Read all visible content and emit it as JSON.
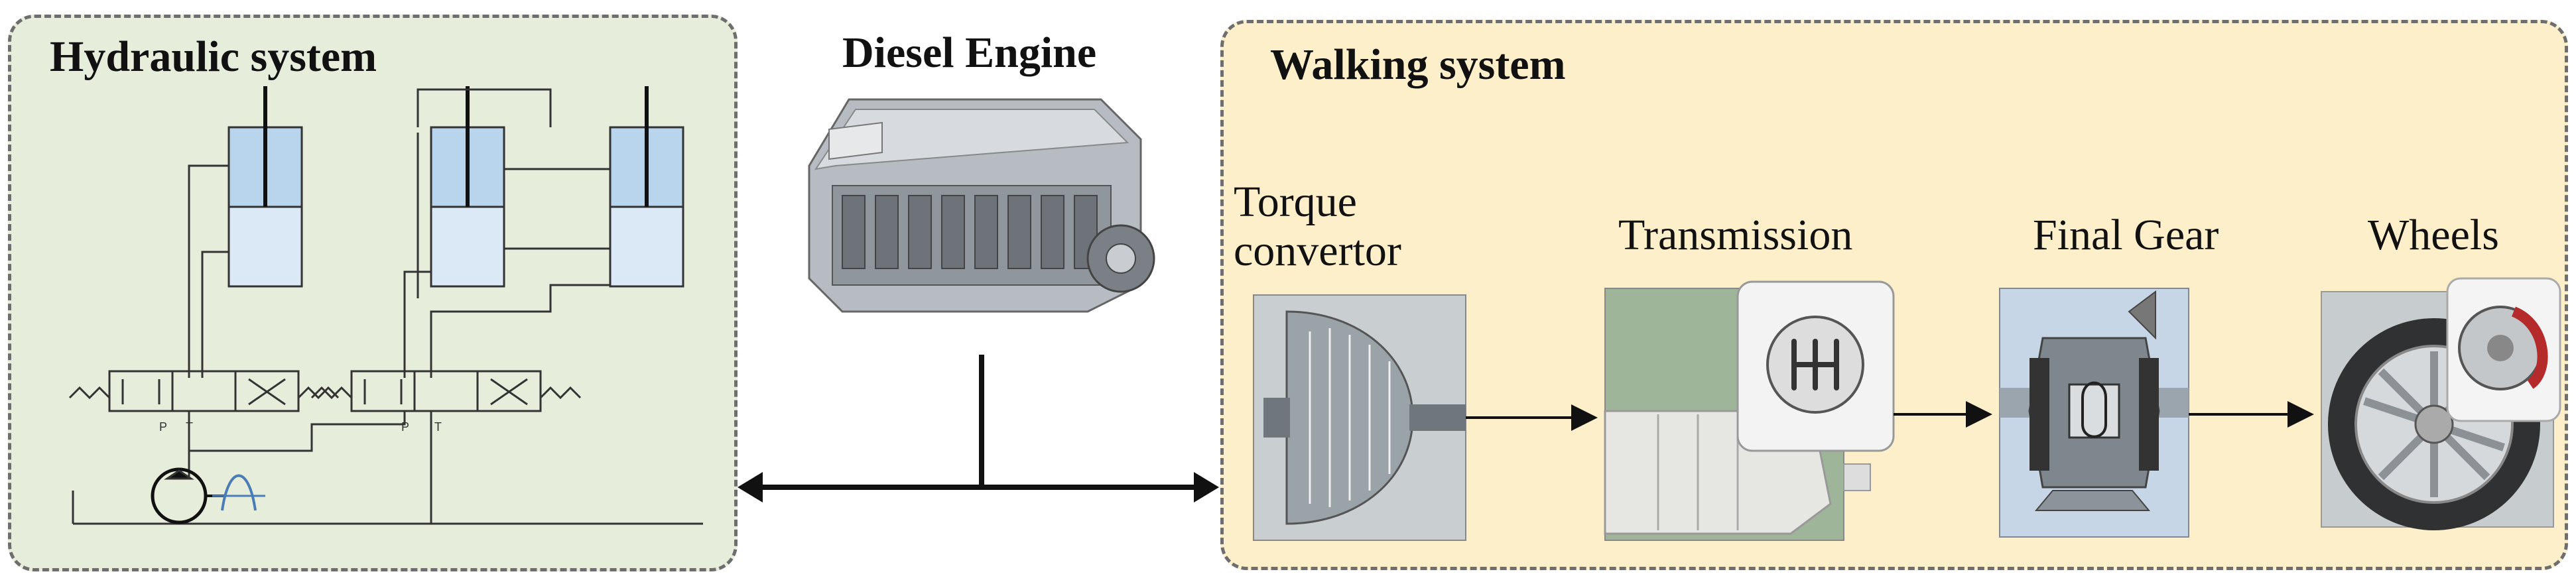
{
  "panels": {
    "hydraulic": {
      "title": "Hydraulic system"
    },
    "engine": {
      "title": "Diesel Engine"
    },
    "walking": {
      "title": "Walking system"
    }
  },
  "components": {
    "torque_convertor": "Torque\nconvertor",
    "transmission": "Transmission",
    "final_gear": "Final Gear",
    "wheels": "Wheels"
  },
  "valve_ports": {
    "left": {
      "p": "P",
      "t": "T"
    },
    "right": {
      "p": "P",
      "t": "T"
    }
  },
  "colors": {
    "hydraulic_bg": "#e6eedb",
    "walking_bg": "#fcefc9",
    "cylinder_top": "#b9d5ee",
    "cylinder_bottom": "#dbe9f7",
    "border": "#6e6e6e"
  }
}
